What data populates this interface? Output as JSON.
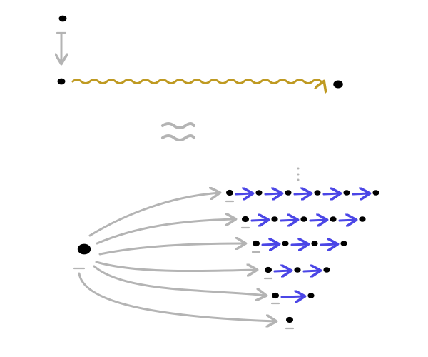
{
  "diagram": {
    "colors": {
      "background": "#ffffff",
      "node": "#000000",
      "gray_arrow": "#b4b4b4",
      "gold_wavy": "#bf9a22",
      "blue_arrow": "#4b46e6"
    },
    "top": {
      "node_count": 3,
      "arrow_count": 2
    },
    "approx_symbol": "≈",
    "bottom": {
      "source_node_count": 1,
      "fan_arrow_count": 6,
      "chain_lengths": [
        6,
        5,
        4,
        3,
        2,
        1
      ],
      "blue_arrow_count": 15
    }
  }
}
